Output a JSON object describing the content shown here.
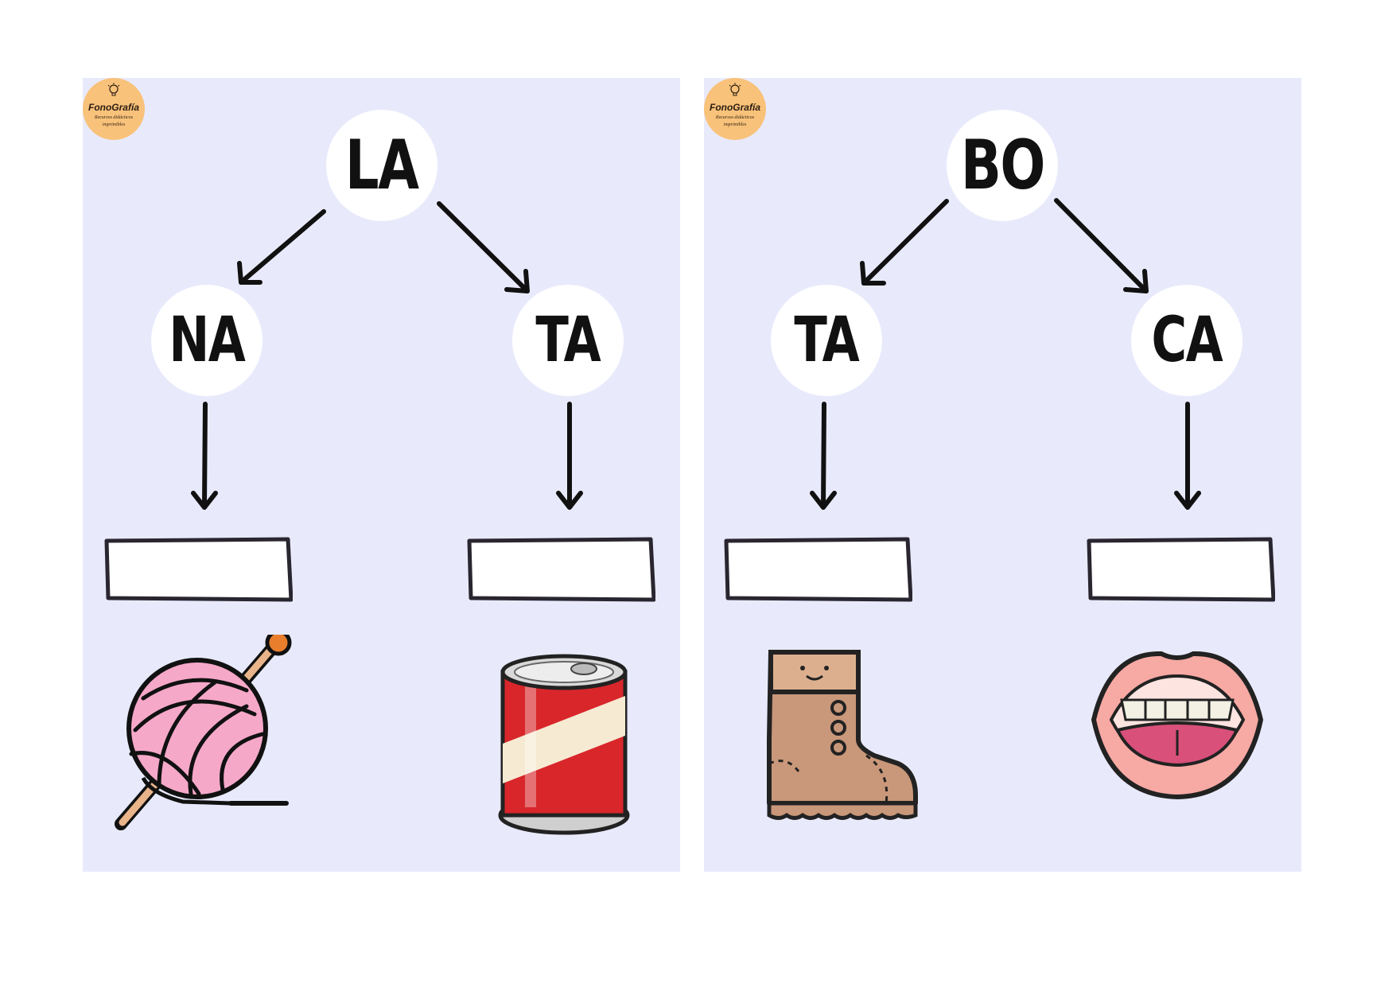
{
  "brand": {
    "name": "FonoGrafía",
    "tagline_line1": "Recursos didácticos",
    "tagline_line2": "imprimibles",
    "badge_color": "#f9c27a"
  },
  "cards": [
    {
      "top_syllable": "LA",
      "branches": [
        {
          "syllable": "NA",
          "picture": "yarn-ball-icon",
          "answer": ""
        },
        {
          "syllable": "TA",
          "picture": "soda-can-icon",
          "answer": ""
        }
      ]
    },
    {
      "top_syllable": "BO",
      "branches": [
        {
          "syllable": "TA",
          "picture": "boot-icon",
          "answer": ""
        },
        {
          "syllable": "CA",
          "picture": "mouth-icon",
          "answer": ""
        }
      ]
    }
  ],
  "colors": {
    "card_bg": "#e8eafc",
    "bubble_bg": "#ffffff",
    "ink": "#111111"
  }
}
